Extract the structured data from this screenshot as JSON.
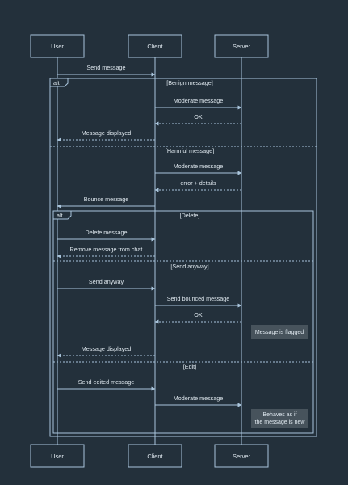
{
  "colors": {
    "background": "#23303b",
    "line": "#a9c5dc",
    "text": "#dfe8ef",
    "note_fill": "#47535c"
  },
  "participants": [
    {
      "id": "user",
      "label": "User"
    },
    {
      "id": "client",
      "label": "Client"
    },
    {
      "id": "server",
      "label": "Server"
    }
  ],
  "messages": [
    {
      "from": "user",
      "to": "client",
      "label": "Send message",
      "style": "solid"
    },
    {
      "from": "client",
      "to": "server",
      "label": "Moderate message",
      "style": "solid"
    },
    {
      "from": "server",
      "to": "client",
      "label": "OK",
      "style": "dashed"
    },
    {
      "from": "client",
      "to": "user",
      "label": "Message displayed",
      "style": "dashed"
    },
    {
      "from": "client",
      "to": "server",
      "label": "Moderate message",
      "style": "solid"
    },
    {
      "from": "server",
      "to": "client",
      "label": "error + details",
      "style": "dashed"
    },
    {
      "from": "client",
      "to": "user",
      "label": "Bounce message",
      "style": "solid"
    },
    {
      "from": "user",
      "to": "client",
      "label": "Delete message",
      "style": "solid"
    },
    {
      "from": "client",
      "to": "user",
      "label": "Remove message from chat",
      "style": "dashed"
    },
    {
      "from": "user",
      "to": "client",
      "label": "Send anyway",
      "style": "solid"
    },
    {
      "from": "client",
      "to": "server",
      "label": "Send bounced message",
      "style": "solid"
    },
    {
      "from": "server",
      "to": "client",
      "label": "OK",
      "style": "dashed"
    },
    {
      "from": "client",
      "to": "user",
      "label": "Message displayed",
      "style": "dashed"
    },
    {
      "from": "user",
      "to": "client",
      "label": "Send edited message",
      "style": "solid"
    },
    {
      "from": "client",
      "to": "server",
      "label": "Moderate message",
      "style": "solid"
    }
  ],
  "fragments": [
    {
      "keyword": "alt",
      "sections": [
        "[Benign message]",
        "[Harmful message]"
      ]
    },
    {
      "keyword": "alt",
      "sections": [
        "[Delete]",
        "[Send anyway]",
        "[Edit]"
      ]
    }
  ],
  "notes": [
    {
      "over": "server",
      "lines": [
        "Message is flagged"
      ]
    },
    {
      "over": "server",
      "lines": [
        "Behaves as if",
        "the message is new"
      ]
    }
  ]
}
